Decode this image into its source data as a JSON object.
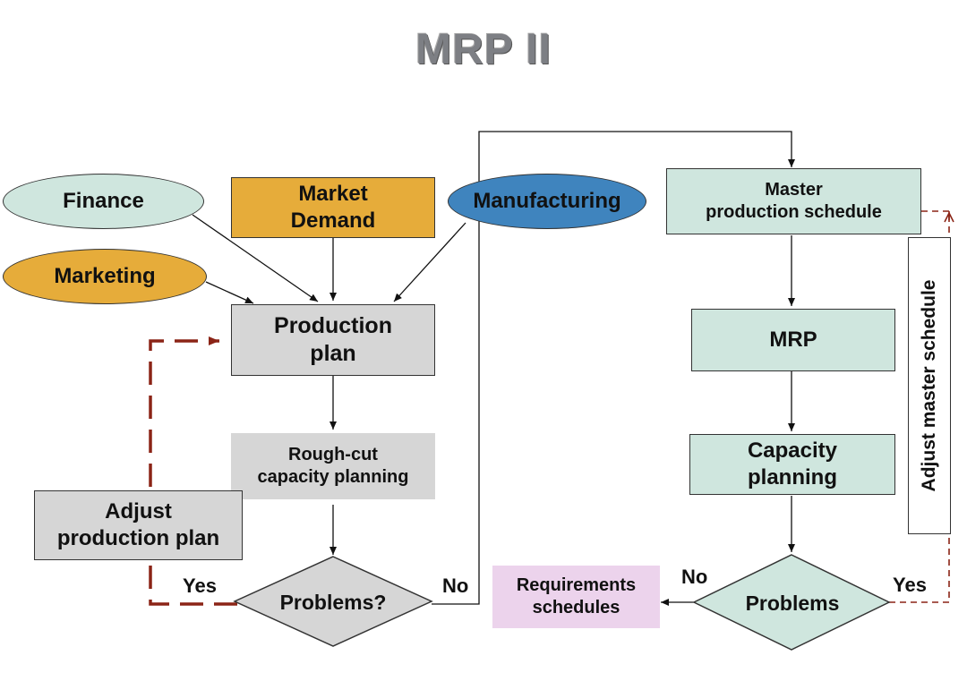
{
  "title": "MRP II",
  "nodes": {
    "finance": "Finance",
    "marketing": "Marketing",
    "market_demand_line1": "Market",
    "market_demand_line2": "Demand",
    "manufacturing": "Manufacturing",
    "production_plan_line1": "Production",
    "production_plan_line2": "plan",
    "rough_cut_line1": "Rough-cut",
    "rough_cut_line2": "capacity planning",
    "adjust_production_line1": "Adjust",
    "adjust_production_line2": "production plan",
    "problems_left": "Problems?",
    "master_schedule_line1": "Master",
    "master_schedule_line2": "production schedule",
    "mrp": "MRP",
    "capacity_planning_line1": "Capacity",
    "capacity_planning_line2": "planning",
    "problems_right": "Problems",
    "requirements_line1": "Requirements",
    "requirements_line2": "schedules",
    "adjust_master": "Adjust master schedule"
  },
  "edge_labels": {
    "yes_left": "Yes",
    "no_left": "No",
    "no_right": "No",
    "yes_right": "Yes"
  },
  "colors": {
    "teal": "#cfe6de",
    "gray": "#d6d6d6",
    "gold": "#e6ac3a",
    "blue": "#3f84be",
    "pink": "#ecd3ec",
    "dashed_arrow": "#8b2416"
  }
}
